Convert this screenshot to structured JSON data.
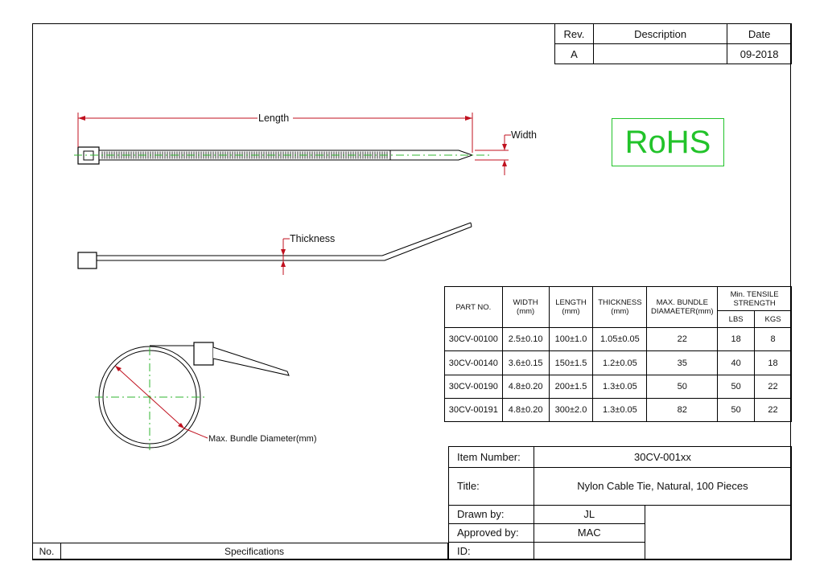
{
  "revision_block": {
    "headers": {
      "rev": "Rev.",
      "description": "Description",
      "date": "Date"
    },
    "row": {
      "rev": "A",
      "description": "",
      "date": "09-2018"
    }
  },
  "badge": {
    "text": "RoHS",
    "color": "#22c32a"
  },
  "dimension_labels": {
    "length": "Length",
    "width": "Width",
    "thickness": "Thickness",
    "bundle": "Max. Bundle Diameter(mm)"
  },
  "spec_table": {
    "headers": {
      "part": "PART NO.",
      "width_1": "WIDTH",
      "width_2": "(mm)",
      "length_1": "LENGTH",
      "length_2": "(mm)",
      "thickness_1": "THICKNESS",
      "thickness_2": "(mm)",
      "bundle_1": "MAX. BUNDLE",
      "bundle_2": "DIAMAETER(mm)",
      "tensile_1": "Min. TENSILE",
      "tensile_2": "STRENGTH",
      "lbs": "LBS",
      "kgs": "KGS"
    },
    "rows": [
      {
        "part": "30CV-00100",
        "width": "2.5±0.10",
        "length": "100±1.0",
        "thickness": "1.05±0.05",
        "bundle": "22",
        "lbs": "18",
        "kgs": "8"
      },
      {
        "part": "30CV-00140",
        "width": "3.6±0.15",
        "length": "150±1.5",
        "thickness": "1.2±0.05",
        "bundle": "35",
        "lbs": "40",
        "kgs": "18"
      },
      {
        "part": "30CV-00190",
        "width": "4.8±0.20",
        "length": "200±1.5",
        "thickness": "1.3±0.05",
        "bundle": "50",
        "lbs": "50",
        "kgs": "22"
      },
      {
        "part": "30CV-00191",
        "width": "4.8±0.20",
        "length": "300±2.0",
        "thickness": "1.3±0.05",
        "bundle": "82",
        "lbs": "50",
        "kgs": "22"
      }
    ]
  },
  "title_block": {
    "item_number_label": "Item Number:",
    "item_number": "30CV-001xx",
    "title_label": "Title:",
    "title": "Nylon Cable Tie, Natural, 100 Pieces",
    "drawn_by_label": "Drawn by:",
    "drawn_by": "JL",
    "approved_by_label": "Approved by:",
    "approved_by": "MAC",
    "id_label": "ID:",
    "id": ""
  },
  "footer": {
    "no_label": "No.",
    "specifications_label": "Specifications"
  },
  "colors": {
    "dimension": "#c0111f",
    "centerline": "#2fb52f",
    "outline": "#000000"
  }
}
